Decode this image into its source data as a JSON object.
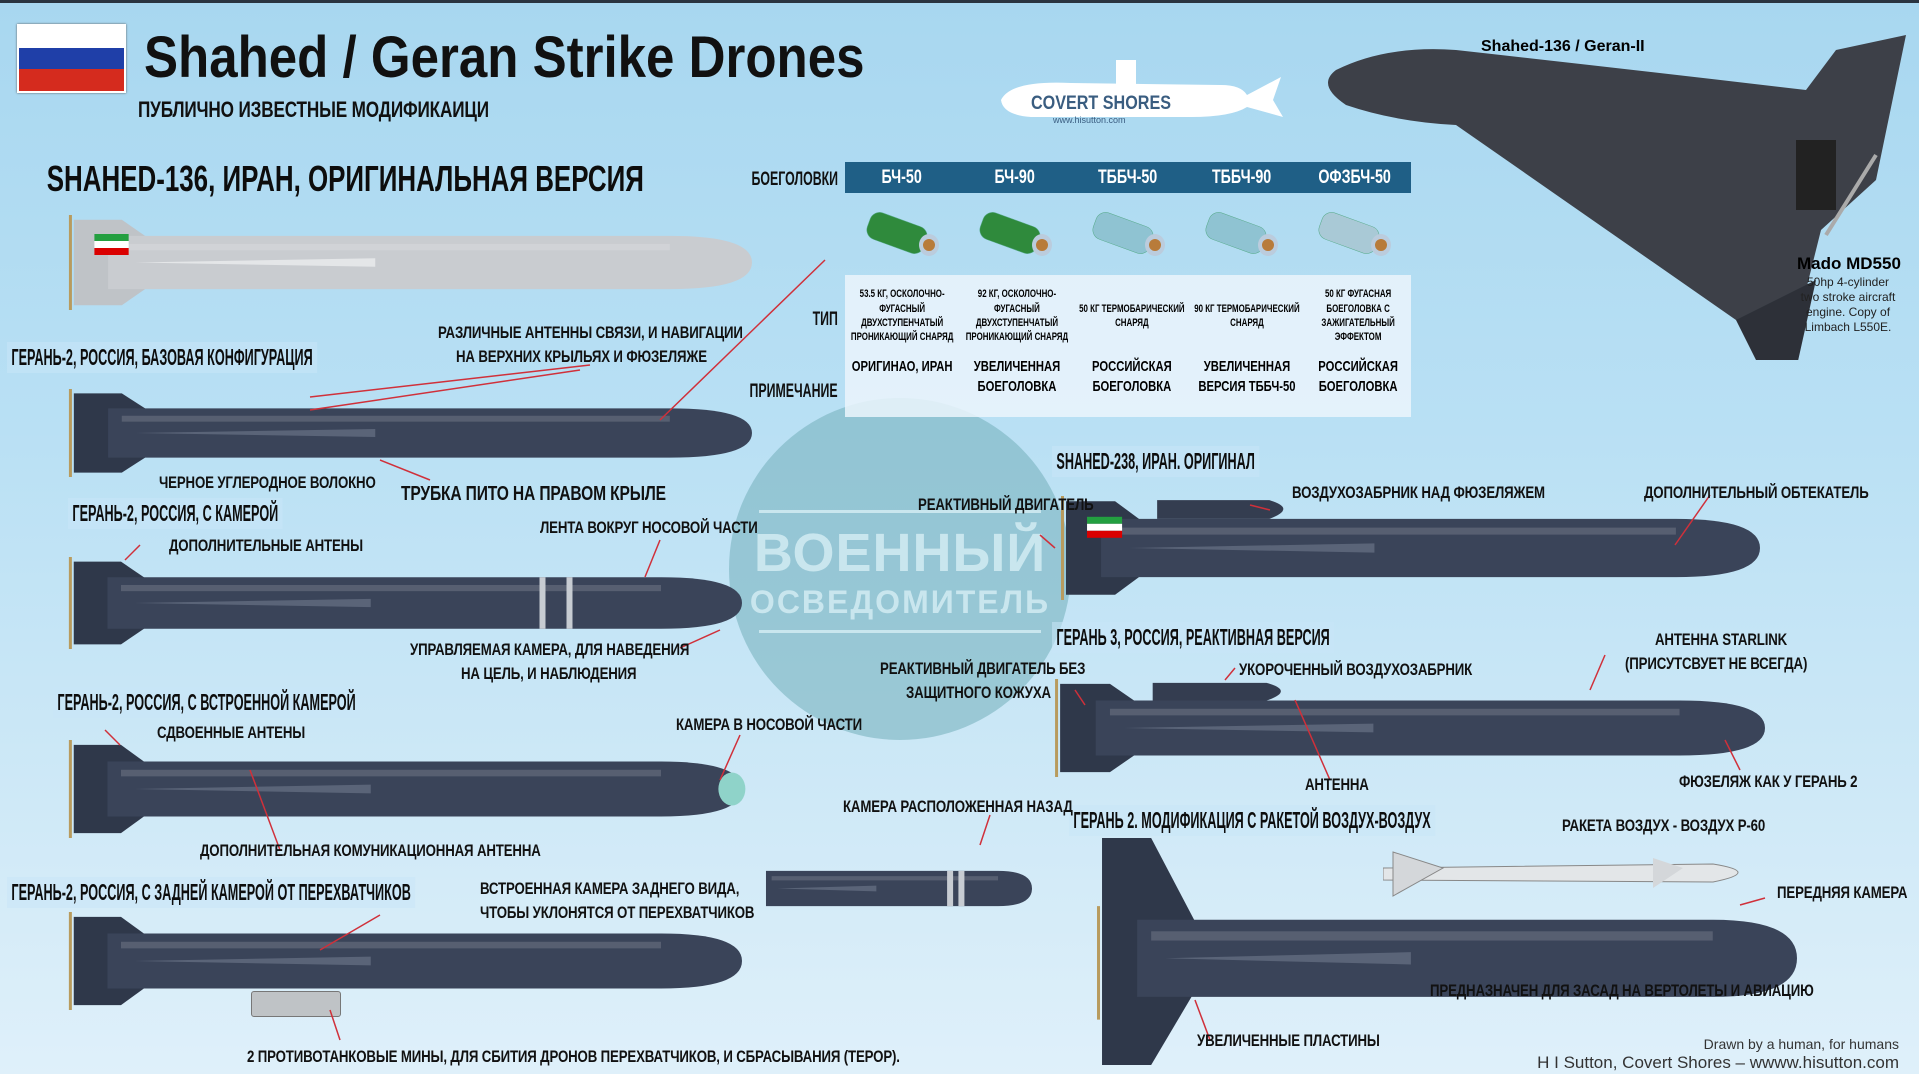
{
  "header": {
    "title": "Shahed / Geran Strike Drones",
    "subtitle": "ПУБЛИЧНО ИЗВЕСТНЫЕ МОДИФИКАИЦИ",
    "flag": "russia-flag",
    "flag_colors": [
      "#ffffff",
      "#1f3fa8",
      "#d52b1e"
    ]
  },
  "logo": {
    "text": "COVERT SHORES",
    "url": "www.hisutton.com"
  },
  "top_view": {
    "title": "Shahed-136 / Geran-II",
    "engine_name": "Mado MD550",
    "engine_desc": [
      "50hp 4-cylinder",
      "two stroke aircraft",
      "engine. Copy of",
      "Limbach L550E."
    ]
  },
  "warheads": {
    "row_label": "БОЕГОЛОВКИ",
    "type_label": "ТИП",
    "note_label": "ПРИМЕЧАНИЕ",
    "items": [
      {
        "name": "БЧ-50",
        "type": "53.5 КГ, ОСКОЛОЧНО-ФУГАСНЫЙ ДВУХСТУПЕНЧАТЫЙ ПРОНИКАЮЩИЙ СНАРЯД",
        "note": "ОРИГИНАО, ИРАН",
        "color": "#2f8a3c"
      },
      {
        "name": "БЧ-90",
        "type": "92 КГ, ОСКОЛОЧНО-ФУГАСНЫЙ ДВУХСТУПЕНЧАТЫЙ ПРОНИКАЮЩИЙ СНАРЯД",
        "note": "УВЕЛИЧЕННАЯ БОЕГОЛОВКА",
        "color": "#2f8a3c"
      },
      {
        "name": "ТББЧ-50",
        "type": "50 КГ ТЕРМОБАРИЧЕСКИЙ СНАРЯД",
        "note": "РОССИЙСКАЯ БОЕГОЛОВКА",
        "color": "#8fc3d2"
      },
      {
        "name": "ТББЧ-90",
        "type": "90 КГ ТЕРМОБАРИЧЕСКИЙ СНАРЯД",
        "note": "УВЕЛИЧЕННАЯ ВЕРСИЯ ТББЧ-50",
        "color": "#8fc3d2"
      },
      {
        "name": "ОФЗБЧ-50",
        "type": "50 КГ ФУГАСНАЯ БОЕГОЛОВКА С ЗАЖИГАТЕЛЬНЫЙ ЭФФЕКТОМ",
        "note": "РОССИЙСКАЯ БОЕГОЛОВКА",
        "color": "#a9c9d6"
      }
    ]
  },
  "drones": {
    "shahed136": {
      "heading": "SHAHED-136, ИРАН, ОРИГИНАЛЬНАЯ ВЕРСИЯ"
    },
    "geran2_base": {
      "heading": "ГЕРАНЬ-2, РОССИЯ, БАЗОВАЯ КОНФИГУРАЦИЯ",
      "labels": [
        "РАЗЛИЧНЫЕ АНТЕННЫ СВЯЗИ, И НАВИГАЦИИ",
        "НА ВЕРХНИХ КРЫЛЬЯХ И ФЮЗЕЛЯЖЕ",
        "ЧЕРНОЕ УГЛЕРОДНОЕ ВОЛОКНО",
        "ТРУБКА ПИТО НА ПРАВОМ КРЫЛЕ"
      ]
    },
    "geran2_camera": {
      "heading": "ГЕРАНЬ-2, РОССИЯ, С КАМЕРОЙ",
      "labels": [
        "ДОПОЛНИТЕЛЬНЫЕ АНТЕНЫ",
        "ЛЕНТА ВОКРУГ НОСОВОЙ ЧАСТИ",
        "УПРАВЛЯЕМАЯ КАМЕРА, ДЛЯ  НАВЕДЕНИЯ",
        "НА ЦЕЛЬ, И НАБЛЮДЕНИЯ"
      ]
    },
    "geran2_builtin": {
      "heading": "ГЕРАНЬ-2, РОССИЯ, С ВСТРОЕННОЙ КАМЕРОЙ",
      "labels": [
        "СДВОЕННЫЕ АНТЕНЫ",
        "КАМЕРА В НОСОВОЙ ЧАСТИ",
        "ДОПОЛНИТЕЛЬНАЯ КОМУНИКАЦИОННАЯ АНТЕННА"
      ]
    },
    "geran2_rear": {
      "heading": "ГЕРАНЬ-2, РОССИЯ, С ЗАДНЕЙ КАМЕРОЙ ОТ ПЕРЕХВАТЧИКОВ",
      "labels": [
        "ВСТРОЕННАЯ КАМЕРА ЗАДНЕГО ВИДА,",
        "ЧТОБЫ УКЛОНЯТСЯ ОТ ПЕРЕХВАТЧИКОВ",
        "2 ПРОТИВОТАНКОВЫЕ МИНЫ, ДЛЯ СБИТИЯ ДРОНОВ ПЕРЕХВАТЧИКОВ, И СБРАСЫВАНИЯ (ТЕРОР).",
        "КАМЕРА РАСПОЛОЖЕННАЯ НАЗАД"
      ]
    },
    "shahed238": {
      "heading": "SHAHED-238, ИРАН. ОРИГИНАЛ",
      "labels": [
        "РЕАКТИВНЫЙ ДВИГАТЕЛЬ",
        "ВОЗДУХОЗАБРНИК НАД ФЮЗЕЛЯЖЕМ",
        "ДОПОЛНИТЕЛЬНЫЙ ОБТЕКАТЕЛЬ"
      ]
    },
    "geran3": {
      "heading": "ГЕРАНЬ 3, РОССИЯ, РЕАКТИВНАЯ ВЕРСИЯ",
      "labels": [
        "РЕАКТИВНЫЙ ДВИГАТЕЛЬ БЕЗ",
        "ЗАЩИТНОГО КОЖУХА",
        "УКОРОЧЕННЫЙ ВОЗДУХОЗАБРНИК",
        "АНТЕННА STARLINK",
        "(ПРИСУТСВУЕТ НЕ ВСЕГДА)",
        "АНТЕННА",
        "ФЮЗЕЛЯЖ КАК У ГЕРАНЬ 2"
      ]
    },
    "geran2_missile": {
      "heading": "ГЕРАНЬ 2. МОДИФИКАЦИЯ С РАКЕТОЙ ВОЗДУХ-ВОЗДУХ",
      "labels": [
        "РАКЕТА ВОЗДУХ - ВОЗДУХ Р-60",
        "ПЕРЕДНЯЯ КАМЕРА",
        "ПРЕДНАЗНАЧЕН ДЛЯ ЗАСАД НА ВЕРТОЛЕТЫ И АВИАЦИЮ",
        "УВЕЛИЧЕННЫЕ ПЛАСТИНЫ"
      ]
    }
  },
  "watermark": {
    "line1": "ВОЕННЫЙ",
    "line2": "ОСВЕДОМИТЕЛЬ"
  },
  "footer": {
    "line1": "Drawn by a human, for humans",
    "line2": "H I Sutton, Covert Shores – wwww.hisutton.com"
  },
  "colors": {
    "navy": "#3a4459",
    "grey": "#c9ccd0",
    "leader": "#d0303a",
    "table_head": "#1f5f86"
  }
}
